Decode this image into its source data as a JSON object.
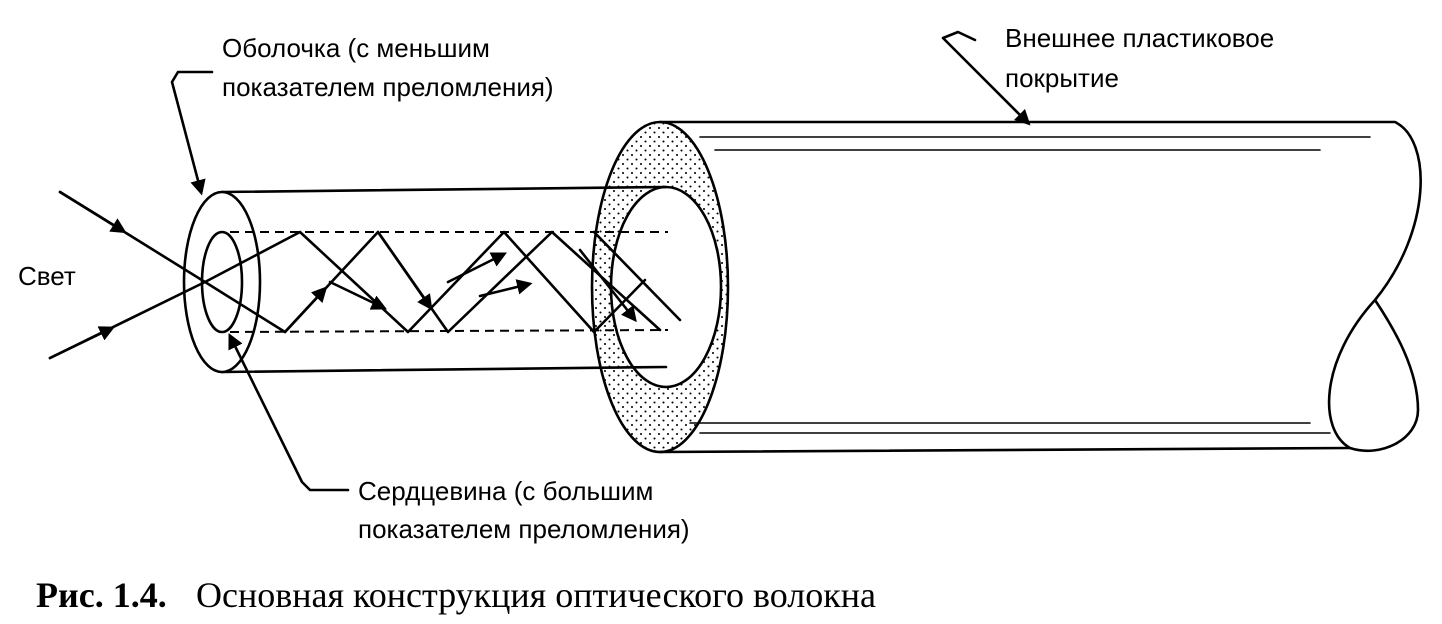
{
  "labels": {
    "cladding_line1": "Оболочка (с меньшим",
    "cladding_line2": "показателем преломления)",
    "jacket_line1": "Внешнее пластиковое",
    "jacket_line2": "покрытие",
    "light": "Свет",
    "core_line1": "Сердцевина (с большим",
    "core_line2": "показателем преломления)"
  },
  "caption": {
    "number": "Рис. 1.4.",
    "text": "Основная конструкция оптического волокна"
  }
}
